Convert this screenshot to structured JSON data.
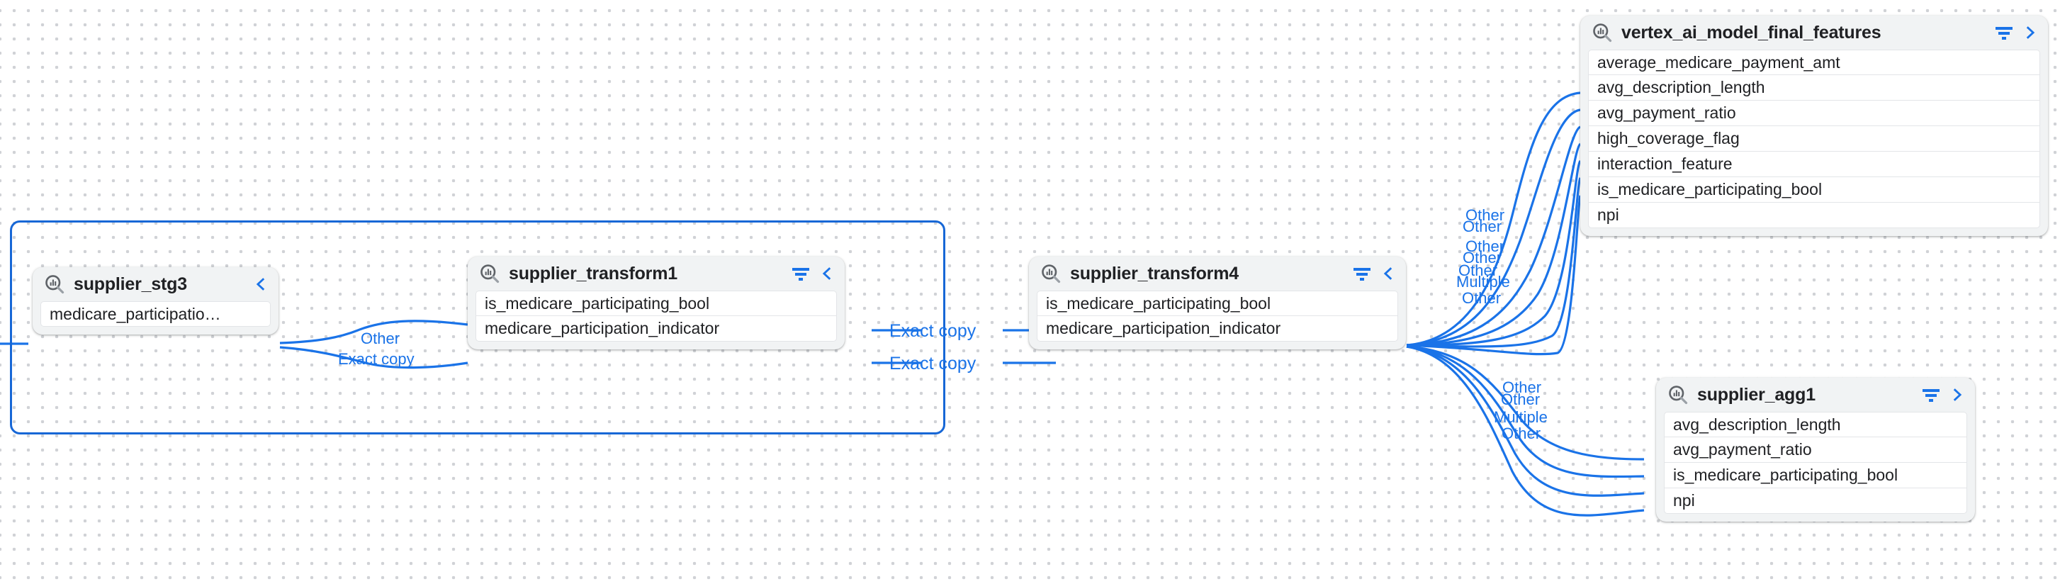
{
  "canvas": {
    "background_color": "#ffffff",
    "dot_color": "#d0d2d6",
    "accent_color": "#1a73e8",
    "selection_color": "#1767d6",
    "node_bg": "#f1f3f4",
    "field_bg": "#ffffff"
  },
  "nodes": [
    {
      "id": "supplier_stg3",
      "title": "supplier_stg3",
      "profile_icon": "data-profile-magnifier-icon",
      "has_filter_icon": false,
      "collapse_icon": "chevron-left-icon",
      "fields": [
        "medicare_participatio…"
      ]
    },
    {
      "id": "supplier_transform1",
      "title": "supplier_transform1",
      "profile_icon": "data-profile-magnifier-icon",
      "has_filter_icon": true,
      "filter_icon": "filter-icon",
      "collapse_icon": "chevron-left-icon",
      "fields": [
        "is_medicare_participating_bool",
        "medicare_participation_indicator"
      ]
    },
    {
      "id": "supplier_transform4",
      "title": "supplier_transform4",
      "profile_icon": "data-profile-magnifier-icon",
      "has_filter_icon": true,
      "filter_icon": "filter-icon",
      "collapse_icon": "chevron-left-icon",
      "fields": [
        "is_medicare_participating_bool",
        "medicare_participation_indicator"
      ]
    },
    {
      "id": "vertex_ai_model_final_features",
      "title": "vertex_ai_model_final_features",
      "profile_icon": "data-profile-magnifier-icon",
      "has_filter_icon": true,
      "filter_icon": "filter-icon",
      "collapse_icon": "chevron-right-icon",
      "fields": [
        "average_medicare_payment_amt",
        "avg_description_length",
        "avg_payment_ratio",
        "high_coverage_flag",
        "interaction_feature",
        "is_medicare_participating_bool",
        "npi"
      ]
    },
    {
      "id": "supplier_agg1",
      "title": "supplier_agg1",
      "profile_icon": "data-profile-magnifier-icon",
      "has_filter_icon": true,
      "filter_icon": "filter-icon",
      "collapse_icon": "chevron-right-icon",
      "fields": [
        "avg_description_length",
        "avg_payment_ratio",
        "is_medicare_participating_bool",
        "npi"
      ]
    }
  ],
  "edge_labels": {
    "stg3_to_transform1": [
      "Other",
      "Exact copy"
    ],
    "transform1_to_transform4": [
      "Exact copy",
      "Exact copy"
    ],
    "transform4_to_vertex_top": [
      "Other",
      "Other",
      "Other",
      "Other",
      "Other",
      "Multiple",
      "Other"
    ],
    "transform4_to_agg_bottom": [
      "Other",
      "Other",
      "Multiple",
      "Other"
    ]
  },
  "selection": {
    "label": "selected-group-outline"
  }
}
